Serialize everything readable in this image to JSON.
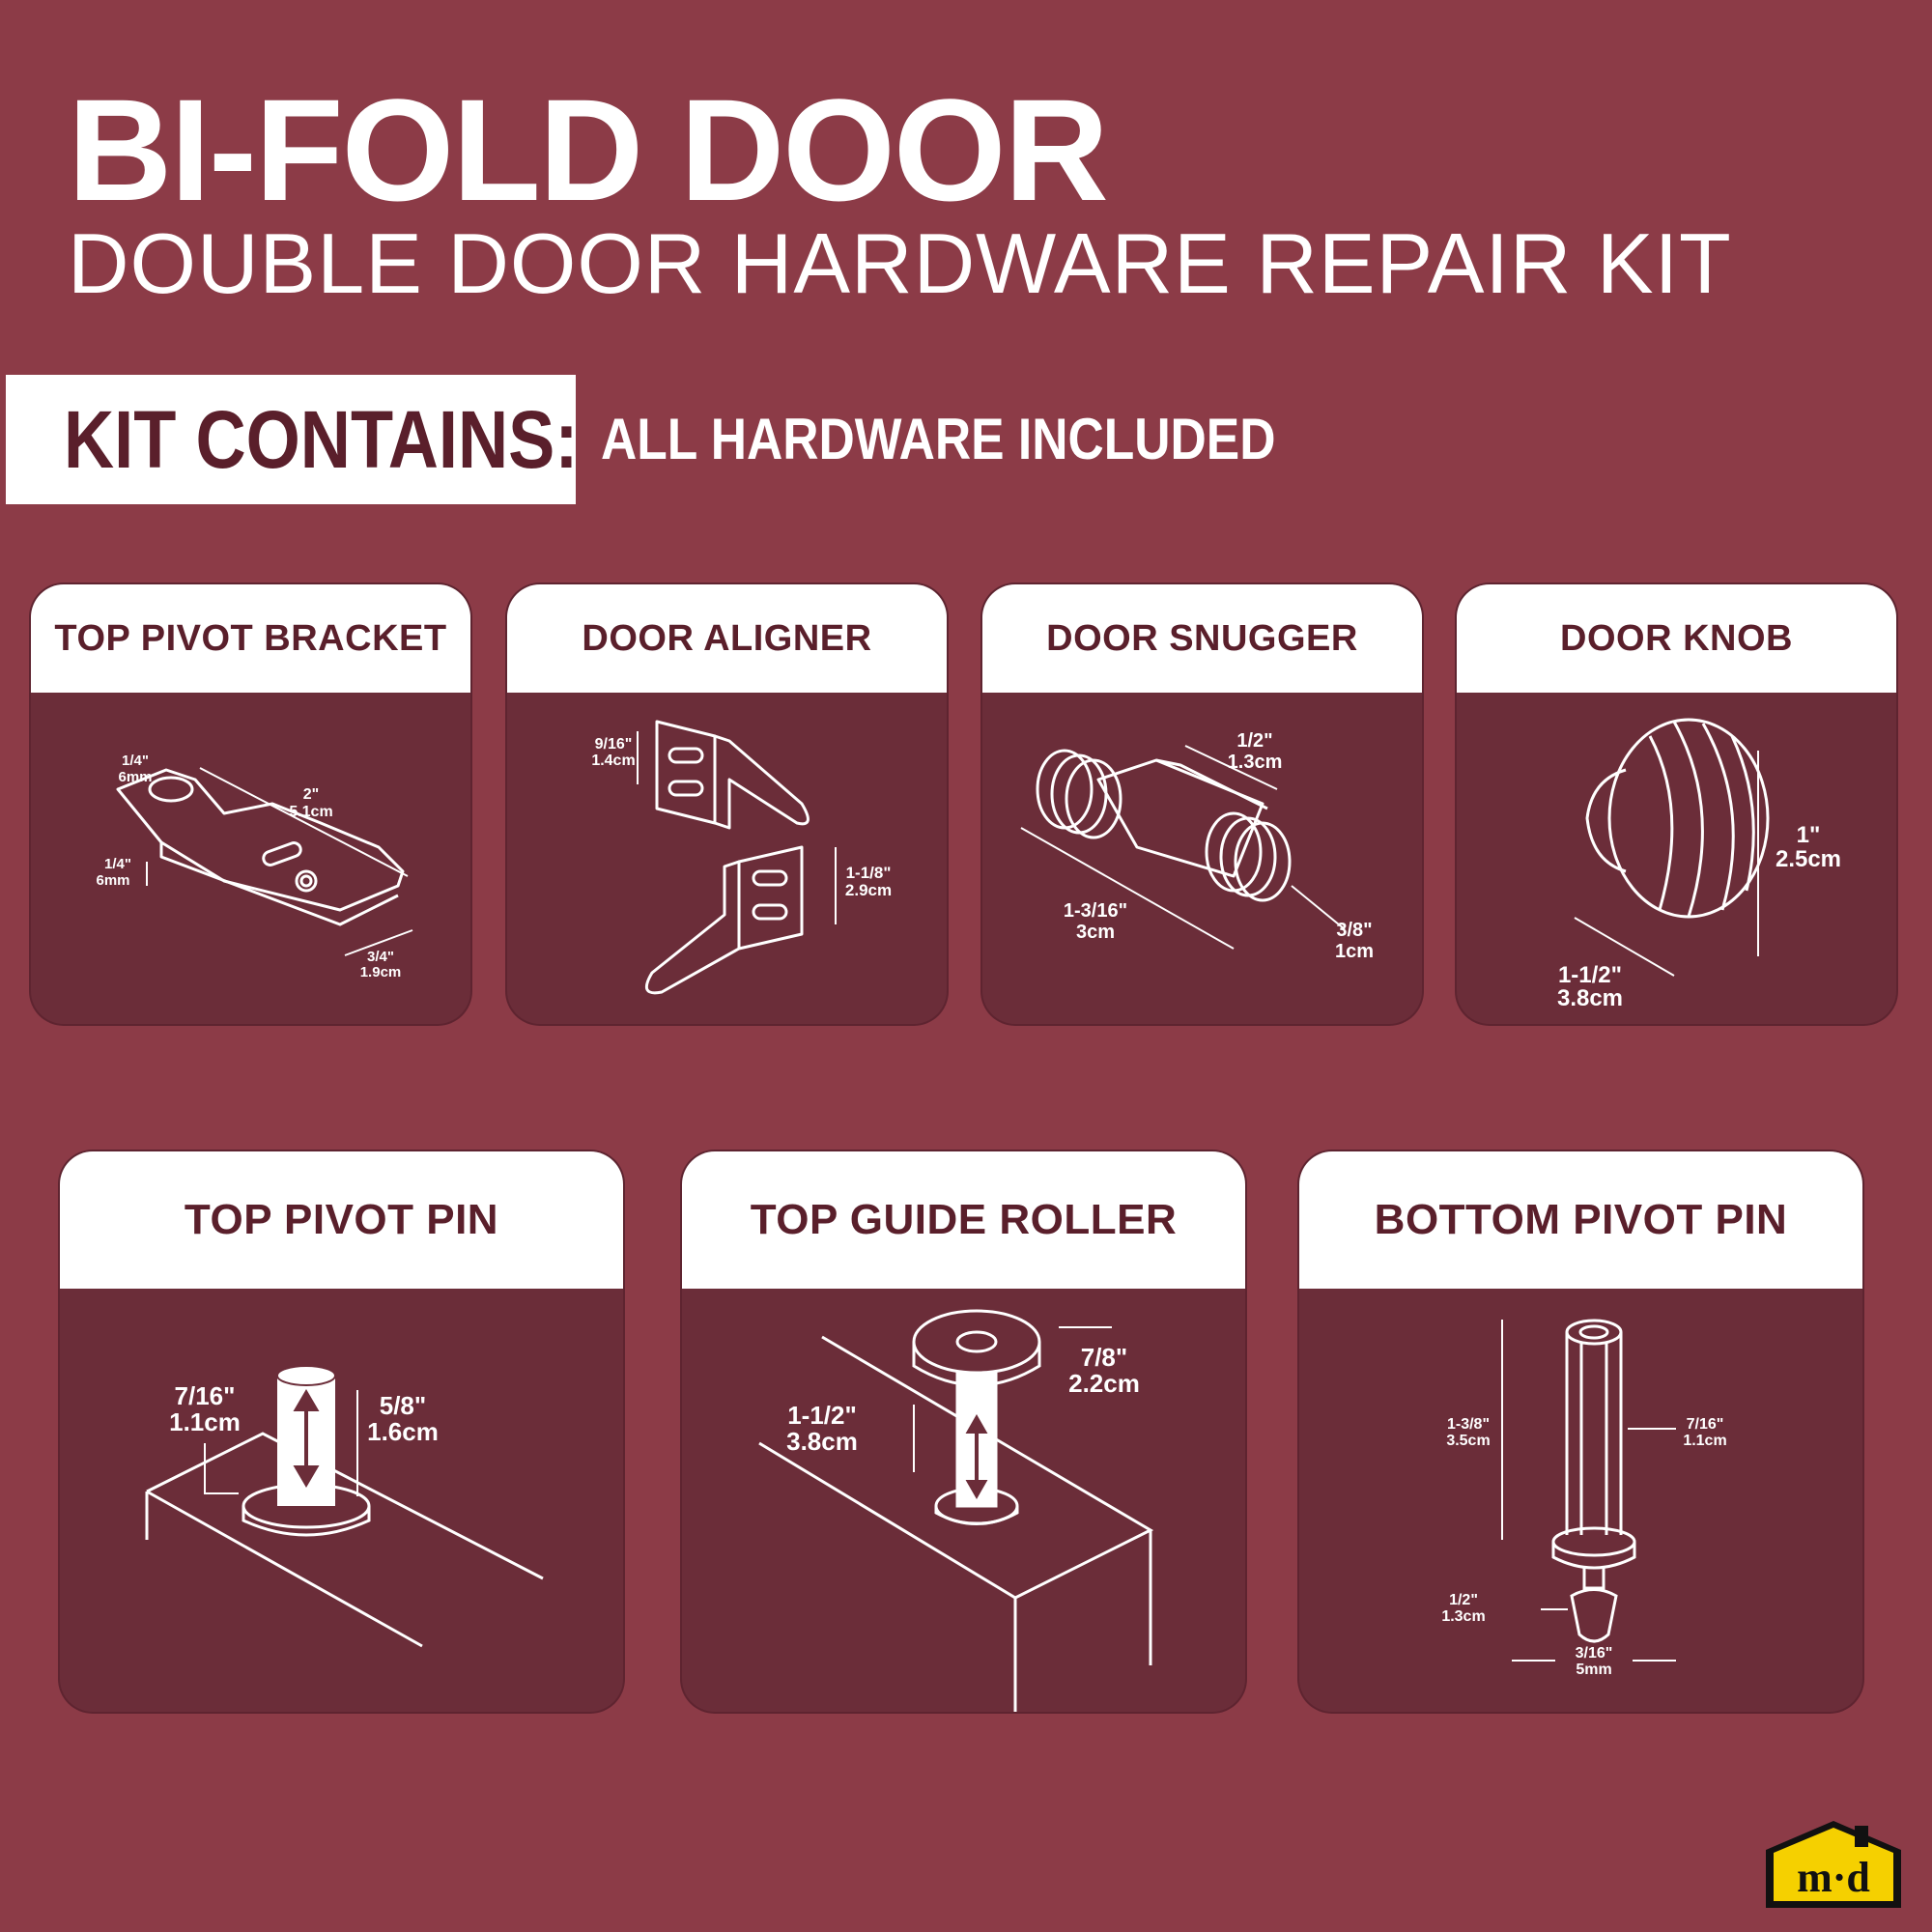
{
  "header": {
    "title": "BI-FOLD DOOR",
    "subtitle": "DOUBLE DOOR HARDWARE REPAIR KIT"
  },
  "kit": {
    "label": "KIT CONTAINS:",
    "note": "ALL HARDWARE INCLUDED"
  },
  "cards": {
    "top_pivot_bracket": {
      "title": "TOP PIVOT BRACKET",
      "dims": {
        "a1": "1/4\"",
        "a2": "6mm",
        "b1": "2\"",
        "b2": "5.1cm",
        "c1": "1/4\"",
        "c2": "6mm",
        "d1": "3/4\"",
        "d2": "1.9cm"
      }
    },
    "door_aligner": {
      "title": "DOOR ALIGNER",
      "dims": {
        "a1": "9/16\"",
        "a2": "1.4cm",
        "b1": "1-1/8\"",
        "b2": "2.9cm"
      }
    },
    "door_snugger": {
      "title": "DOOR SNUGGER",
      "dims": {
        "a1": "1/2\"",
        "a2": "1.3cm",
        "b1": "1-3/16\"",
        "b2": "3cm",
        "c1": "3/8\"",
        "c2": "1cm"
      }
    },
    "door_knob": {
      "title": "DOOR KNOB",
      "dims": {
        "a1": "1\"",
        "a2": "2.5cm",
        "b1": "1-1/2\"",
        "b2": "3.8cm"
      }
    },
    "top_pivot_pin": {
      "title": "TOP PIVOT PIN",
      "dims": {
        "a1": "7/16\"",
        "a2": "1.1cm",
        "b1": "5/8\"",
        "b2": "1.6cm"
      }
    },
    "top_guide_roller": {
      "title": "TOP GUIDE ROLLER",
      "dims": {
        "a1": "7/8\"",
        "a2": "2.2cm",
        "b1": "1-1/2\"",
        "b2": "3.8cm"
      }
    },
    "bottom_pivot_pin": {
      "title": "BOTTOM PIVOT PIN",
      "dims": {
        "a1": "1-3/8\"",
        "a2": "3.5cm",
        "b1": "7/16\"",
        "b2": "1.1cm",
        "c1": "1/2\"",
        "c2": "1.3cm",
        "d1": "3/16\"",
        "d2": "5mm"
      }
    }
  },
  "logo": {
    "text": "m·d"
  },
  "colors": {
    "background": "#8c3b47",
    "card": "#6b2d39",
    "header_text": "#5a1f2b",
    "logo_yellow": "#f5d000"
  }
}
